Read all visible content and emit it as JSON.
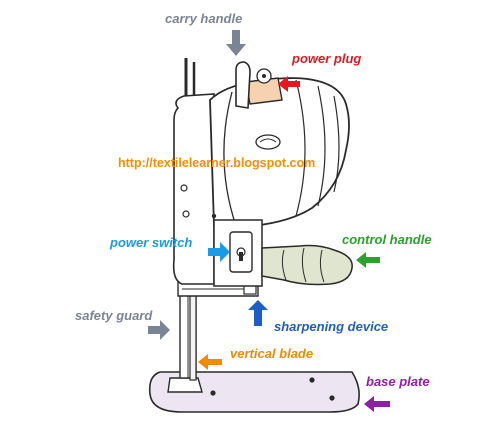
{
  "watermark": {
    "text": "http://textilelearner.blogspot.com",
    "color": "#ff8c00"
  },
  "labels": {
    "carry_handle": {
      "text": "carry handle",
      "color": "#7b8496"
    },
    "power_plug": {
      "text": "power plug",
      "color": "#e8181e"
    },
    "power_switch": {
      "text": "power switch",
      "color": "#1a9be6"
    },
    "control_handle": {
      "text": "control handle",
      "color": "#2aa32a"
    },
    "safety_guard": {
      "text": "safety guard",
      "color": "#7b8496"
    },
    "sharpening_device": {
      "text": "sharpening device",
      "color": "#1f5fc4"
    },
    "vertical_blade": {
      "text": "vertical blade",
      "color": "#f08a00"
    },
    "base_plate": {
      "text": "base plate",
      "color": "#8e1fa6"
    }
  },
  "colors": {
    "outline": "#2a2a2a",
    "base_fill": "#ede6f2",
    "handle_fill": "#dfe5cf",
    "plug_fill": "#f7d2b0"
  }
}
